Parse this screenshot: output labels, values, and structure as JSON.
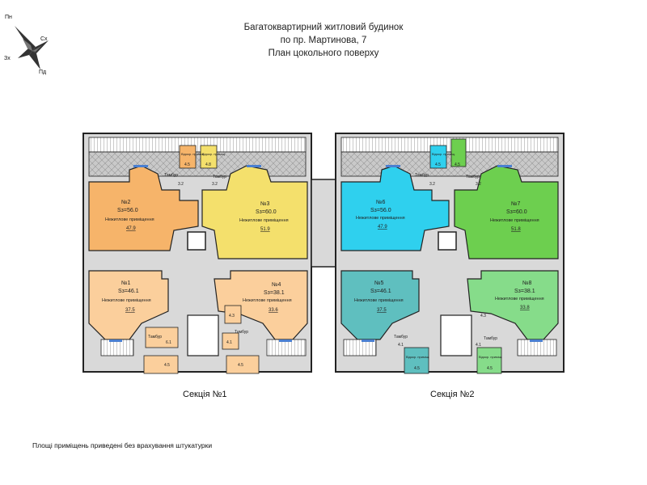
{
  "title": {
    "line1": "Багатоквартирний житловий будинок",
    "line2": "по пр. Мартинова, 7",
    "line3": "План цокольного поверху"
  },
  "compass": {
    "north": "Пн",
    "east": "Сх",
    "south": "Пд",
    "west": "Зх"
  },
  "sections": [
    {
      "label": "Секція №1"
    },
    {
      "label": "Секція №2"
    }
  ],
  "note": "Площі приміщень приведені без врахування штукатурки",
  "colors": {
    "unit1": "#fbcf9c",
    "unit2": "#f6b46a",
    "unit3": "#f4e06c",
    "unit4": "#fbcf9c",
    "unit5": "#5fbfbf",
    "unit6": "#2fd0ee",
    "unit7": "#6dcf4f",
    "unit8": "#86dc8a",
    "corridor": "#d9d9d9",
    "stair": "#b9b9b9"
  },
  "units": [
    {
      "num": "№1",
      "area": "Sз=46.1",
      "type": "Нежитлове приміщення",
      "sub": "37.5",
      "tambur": "Тамбур",
      "tambur_area": "6.1",
      "extra": "4.5"
    },
    {
      "num": "№2",
      "area": "Sз=56.0",
      "type": "Нежитлове приміщення",
      "sub": "47.9",
      "tambur": "Тамбур",
      "tambur_area": "3.2",
      "extra_label": "Відокр. приміщ.",
      "extra": "4.5"
    },
    {
      "num": "№3",
      "area": "Sз=60.0",
      "type": "Нежитлове приміщення",
      "sub": "51.9",
      "tambur": "Тамбур",
      "tambur_area": "3.2",
      "extra_label": "Відокр. приміщ.",
      "extra": "4.8"
    },
    {
      "num": "№4",
      "area": "Sз=38.1",
      "type": "Нежитлове приміщення",
      "sub": "33.6",
      "tambur": "Тамбур",
      "tambur_area": "4.1",
      "extra": "4.5",
      "side": "4.3"
    },
    {
      "num": "№5",
      "area": "Sз=46.1",
      "type": "Нежитлове приміщення",
      "sub": "37.5",
      "tambur": "Тамбур",
      "tambur_area": "4.1",
      "extra_label": "Відокр. приміщ.",
      "extra": "4.5"
    },
    {
      "num": "№6",
      "area": "Sз=56.0",
      "type": "Нежитлове приміщення",
      "sub": "47.9",
      "tambur": "Тамбур",
      "tambur_area": "3.2",
      "extra_label": "Відокр. приміщ.",
      "extra": "4.5"
    },
    {
      "num": "№7",
      "area": "Sз=60.0",
      "type": "Нежитлове приміщення",
      "sub": "51.8",
      "tambur": "Тамбур",
      "tambur_area": "3.2",
      "extra": "4.5"
    },
    {
      "num": "№8",
      "area": "Sз=38.1",
      "type": "Нежитлове приміщення",
      "sub": "33.8",
      "tambur": "Тамбур",
      "tambur_area": "4.1",
      "extra_label": "Відокр. приміщ.",
      "extra": "4.5",
      "side": "4.3"
    }
  ]
}
